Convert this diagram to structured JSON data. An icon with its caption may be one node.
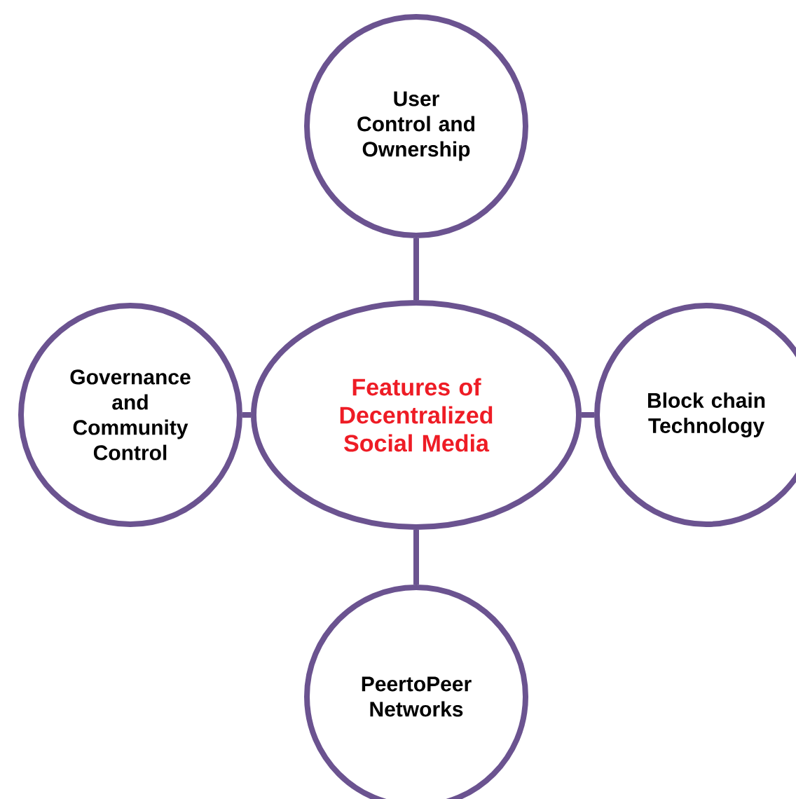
{
  "diagram": {
    "nodes": [
      {
        "text": [
          "User Control and Ownership"
        ]
      },
      {
        "text": [
          "Governance and Community Control"
        ]
      },
      {
        "text": [
          "Features of Decentralized Social Media"
        ]
      },
      {
        "text": [
          "Block chain Technology"
        ]
      },
      {
        "text": [
          "PeertoPeer Networks"
        ]
      }
    ],
    "edges": [
      {
        "from": 2,
        "to": 0,
        "arrow": "none"
      },
      {
        "from": 2,
        "to": 1,
        "arrow": "none"
      },
      {
        "from": 2,
        "to": 3,
        "arrow": "none"
      },
      {
        "from": 2,
        "to": 4,
        "arrow": "none"
      }
    ]
  }
}
